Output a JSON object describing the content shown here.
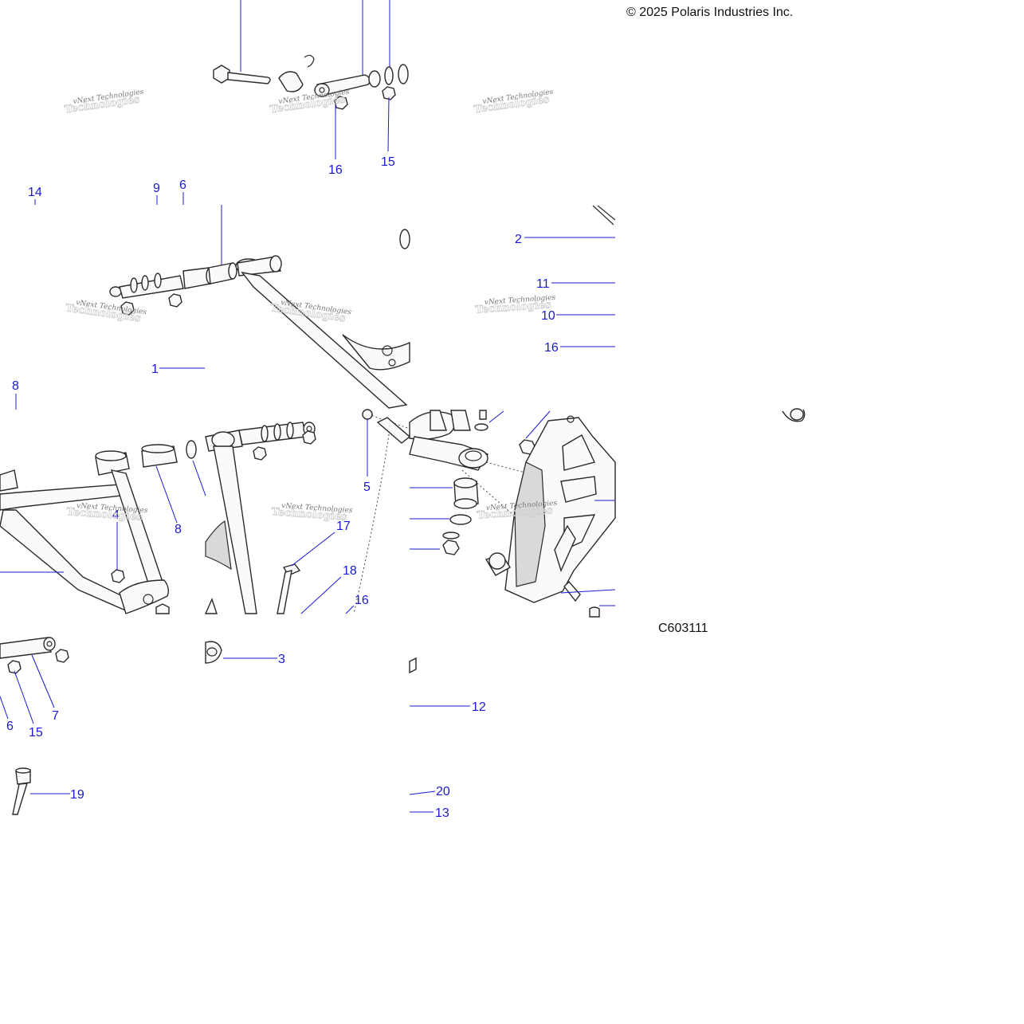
{
  "header": {
    "copyright": "© 2025 Polaris Industries Inc."
  },
  "figure": {
    "id": "C603111"
  },
  "watermark": {
    "line1": "vNext Technologies",
    "line2": "Technologies"
  },
  "callouts": [
    "16",
    "15",
    "14",
    "9",
    "6",
    "2",
    "11",
    "10",
    "16",
    "1",
    "8",
    "5",
    "17",
    "18",
    "16",
    "8",
    "4",
    "3",
    "12",
    "7",
    "6",
    "15",
    "19",
    "20",
    "13"
  ],
  "colors": {
    "callout": "#1a1ad6",
    "line_art": "#2a2a2a",
    "background": "#ffffff"
  }
}
